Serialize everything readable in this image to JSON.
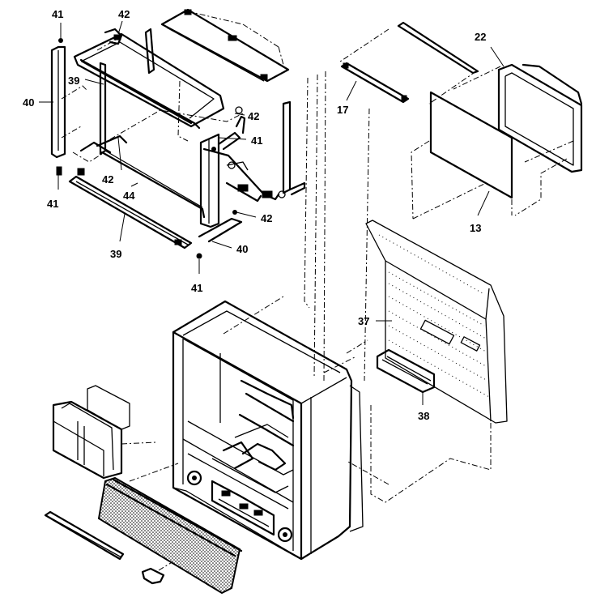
{
  "callouts": {
    "c41_top": "41",
    "c42_top": "42",
    "c40_left": "40",
    "c39_top": "39",
    "c42_mid_right": "42",
    "c41_mid_right": "41",
    "c42_lower_left": "42",
    "c44": "44",
    "c41_lower_left": "41",
    "c42_lower_right": "42",
    "c39_bottom": "39",
    "c40_bottom": "40",
    "c41_bottom": "41",
    "c17": "17",
    "c22": "22",
    "c13": "13",
    "c37": "37",
    "c38": "38"
  }
}
